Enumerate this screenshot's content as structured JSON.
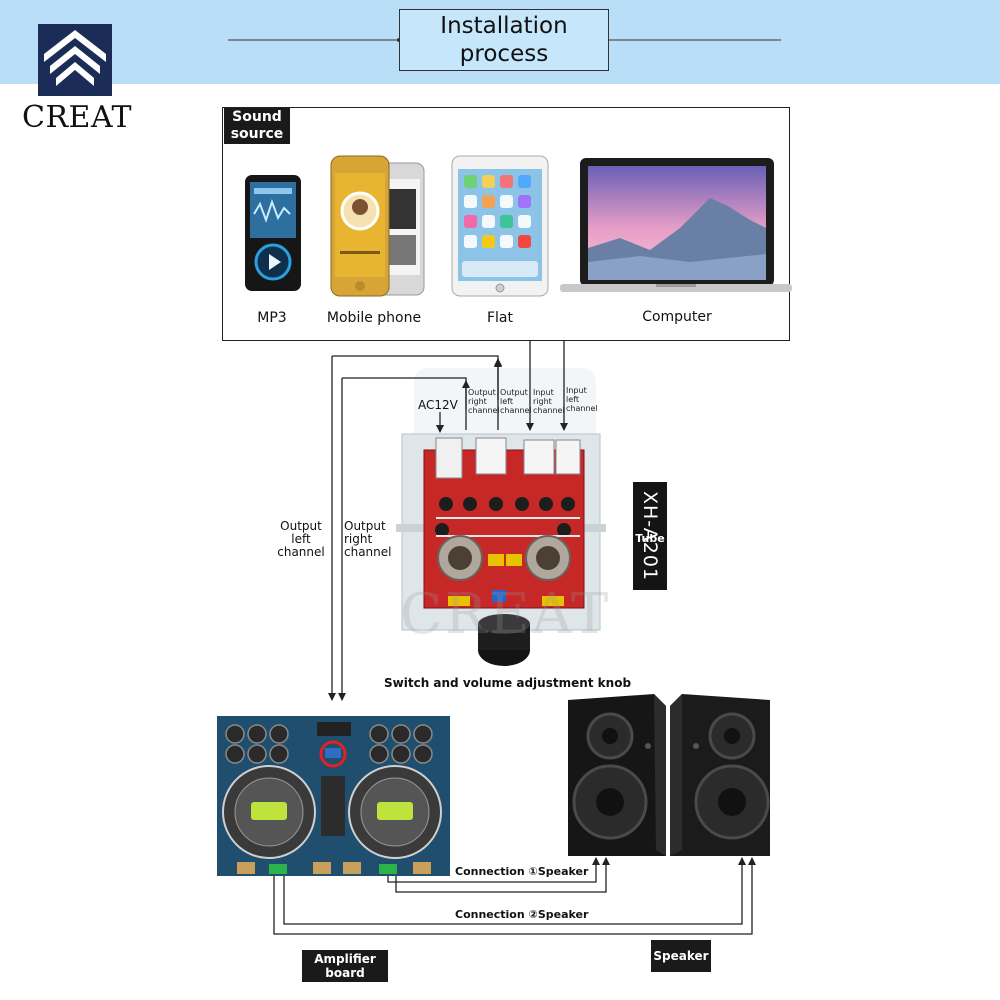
{
  "header": {
    "title": "Installation\nprocess"
  },
  "logo": {
    "name": "CREAT",
    "colors": {
      "mark": "#1b2c56",
      "band": "#b9def7"
    }
  },
  "sound_source": {
    "tag": "Sound\nsource",
    "devices": [
      {
        "label": "MP3",
        "icon": "mp3-player-icon"
      },
      {
        "label": "Mobile phone",
        "icon": "smartphone-icon"
      },
      {
        "label": "Flat",
        "icon": "tablet-icon"
      },
      {
        "label": "Computer",
        "icon": "laptop-icon"
      }
    ]
  },
  "tube_board": {
    "ac_label": "AC12V",
    "ports": [
      {
        "label": "Output\nright\nchannel"
      },
      {
        "label": "Output\nleft\nchannel"
      },
      {
        "label": "Input\nright\nchannel"
      },
      {
        "label": "Input\nleft\nchannel"
      }
    ],
    "model": "XH-A201",
    "tube_label": "Tube",
    "knob_label": "Switch and volume adjustment knob",
    "watermark": "CREAT"
  },
  "wiring": {
    "out_left": "Output\nleft\nchannel",
    "out_right": "Output\nright\nchannel",
    "connection1": "Connection ①Speaker",
    "connection2": "Connection ②Speaker"
  },
  "bottom": {
    "amplifier": "Amplifier\nboard",
    "speaker": "Speaker"
  }
}
